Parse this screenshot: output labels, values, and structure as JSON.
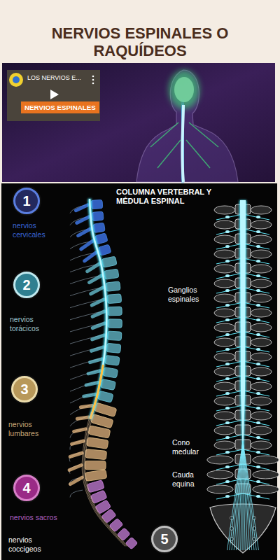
{
  "diagram": {
    "title": "NERVIOS ESPINALES O RAQUÍDEOS",
    "nodes": [
      {
        "text": [
          "LOS NERVIOS E..."
        ]
      },
      {
        "text": [
          "NERVIOS ESPINALES"
        ],
        "in": 0
      },
      {
        "text": [
          "1"
        ]
      },
      {
        "text": [
          "2"
        ]
      },
      {
        "text": [
          "3"
        ]
      },
      {
        "text": [
          "4"
        ]
      },
      {
        "text": [
          "5"
        ]
      }
    ],
    "labels": [
      "COLUMNA VERTEBRAL Y MÉDULA ESPINAL",
      "nervios cervicales",
      "nervios torácicos",
      "nervios lumbares",
      "nervios sacros",
      "nervios coccigeos",
      "Ganglios espinales",
      "Cono medular",
      "Cauda equina"
    ]
  }
}
